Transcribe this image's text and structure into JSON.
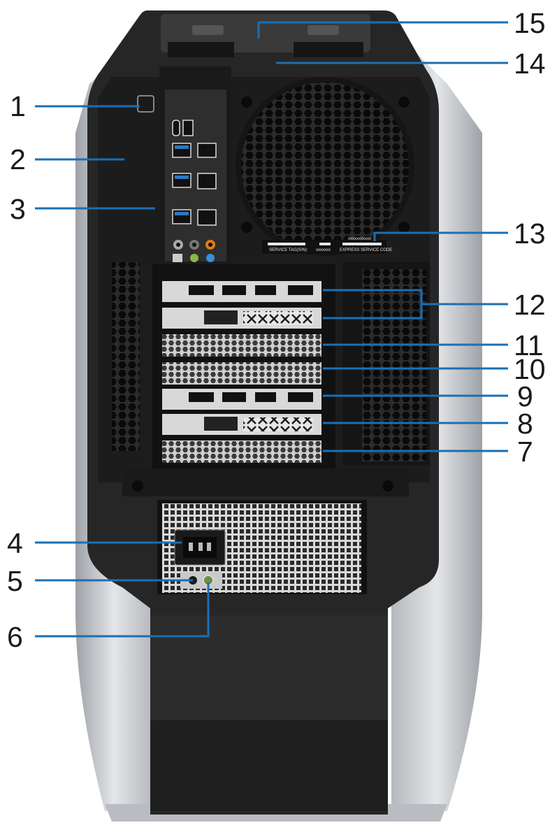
{
  "figure": {
    "callouts": [
      "1",
      "2",
      "3",
      "4",
      "5",
      "6",
      "7",
      "8",
      "9",
      "10",
      "11",
      "12",
      "13",
      "14",
      "15"
    ],
    "service_label": {
      "tag_caption": "SERVICE TAG(S/N):",
      "tag_value": "xxxxxxx",
      "code_value": "xxxxxxxxxxx",
      "code_caption": "EXPRESS SERVICE CODE"
    }
  },
  "colors": {
    "leader_line": "#1b6fb3",
    "chassis_dark": "#2a2a2a",
    "chassis_silver": "#c9ccd0",
    "panel_black": "#121212"
  }
}
